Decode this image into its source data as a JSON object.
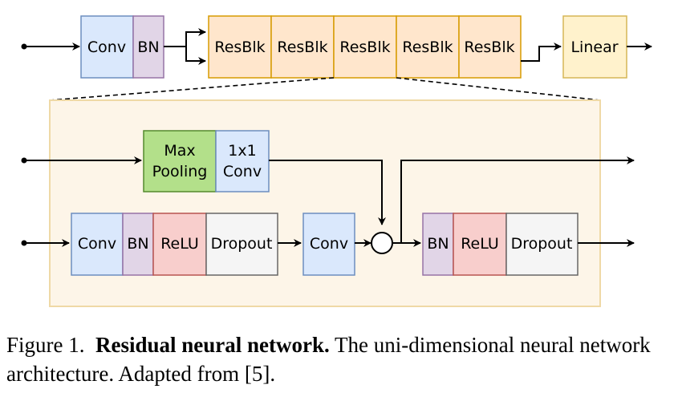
{
  "top_row": {
    "conv": "Conv",
    "bn": "BN",
    "resblocks": [
      "ResBlk",
      "ResBlk",
      "ResBlk",
      "ResBlk",
      "ResBlk"
    ],
    "linear": "Linear"
  },
  "resblock_detail": {
    "maxpool_line1": "Max",
    "maxpool_line2": "Pooling",
    "conv1x1_line1": "1x1",
    "conv1x1_line2": "Conv",
    "main_path": [
      "Conv",
      "BN",
      "ReLU",
      "Dropout"
    ],
    "mid_conv": "Conv",
    "post_sum": [
      "BN",
      "ReLU",
      "Dropout"
    ]
  },
  "caption": {
    "prefix": "Figure 1.",
    "title": "Residual neural network.",
    "text": "The uni-dimensional neural network architecture. Adapted from [5]."
  },
  "colors": {
    "conv_fill": "#dae8fc",
    "conv_stroke": "#6c8ebf",
    "bn_fill": "#e1d5e7",
    "bn_stroke": "#9673a6",
    "relu_fill": "#f8cecc",
    "relu_stroke": "#b85450",
    "dropout_fill": "#f5f5f5",
    "dropout_stroke": "#666666",
    "resblk_fill": "#ffe6cc",
    "resblk_stroke": "#d79b00",
    "linear_fill": "#fff2cc",
    "linear_stroke": "#d6b656",
    "maxpool_fill": "#b3e08a",
    "maxpool_stroke": "#558a2d",
    "panel_fill": "#fdf5e8",
    "panel_stroke": "#efd9a6"
  }
}
